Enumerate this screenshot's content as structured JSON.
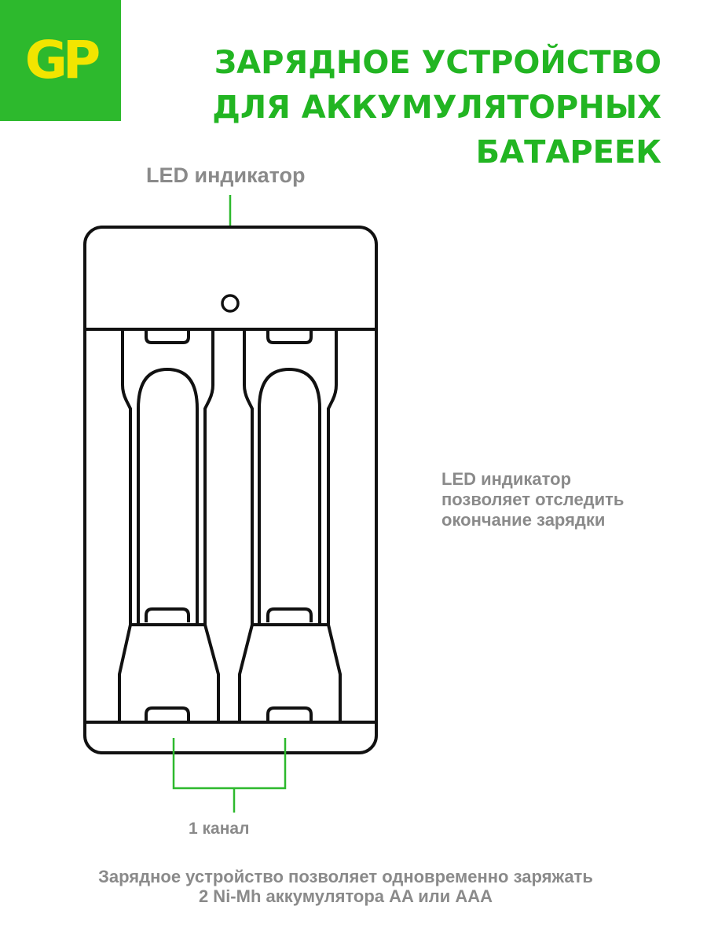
{
  "logo": {
    "text": "GP",
    "bg_color": "#2db92d",
    "text_color": "#f2e500"
  },
  "headline": {
    "lines": [
      "ЗАРЯДНОЕ УСТРОЙСТВО",
      "ДЛЯ АККУМУЛЯТОРНЫХ",
      "БАТАРЕЕК"
    ],
    "color": "#22b522"
  },
  "led_label": "LED индикатор",
  "led_description": {
    "lines": [
      "LED индикатор",
      "позволяет отследить",
      "окончание зарядки"
    ]
  },
  "channel_label": "1 канал",
  "footer": {
    "lines": [
      "Зарядное устройство позволяет одновременно заряжать",
      "2 Ni-Mh аккумулятора AA или AAA"
    ]
  },
  "colors": {
    "accent_green": "#2db92d",
    "line_black": "#111111",
    "label_gray": "#8a8a8a"
  }
}
